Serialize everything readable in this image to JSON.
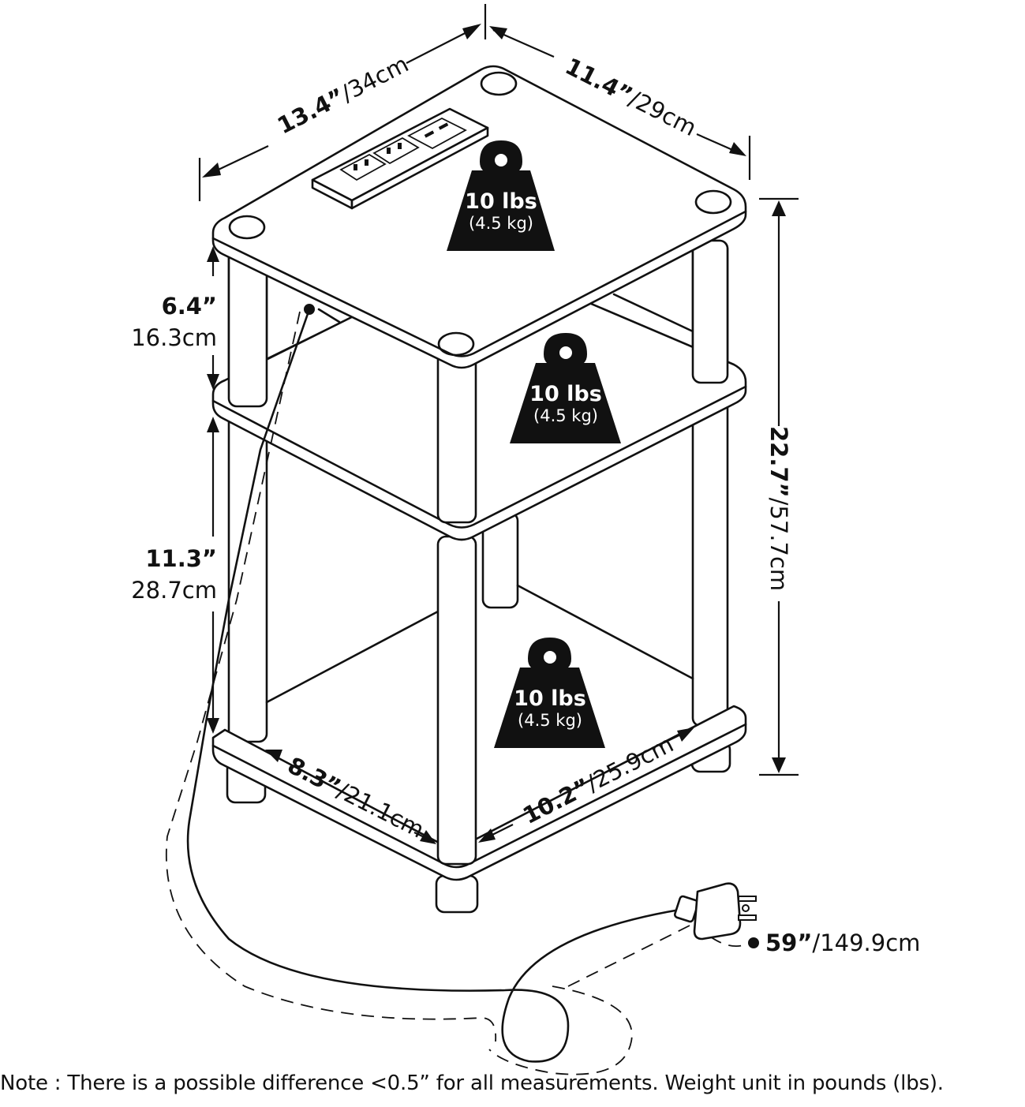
{
  "dimensions": {
    "depth": {
      "imperial": "13.4”",
      "metric": "/34cm"
    },
    "width": {
      "imperial": "11.4”",
      "metric": "/29cm"
    },
    "height": {
      "imperial": "22.7”",
      "metric": "/57.7cm"
    },
    "top_gap": {
      "imperial": "6.4”",
      "metric": "16.3cm"
    },
    "lower_gap": {
      "imperial": "11.3”",
      "metric": "28.7cm"
    },
    "inner_depth": {
      "imperial": "8.3”",
      "metric": "/21.1cm"
    },
    "inner_width": {
      "imperial": "10.2”",
      "metric": "/25.9cm"
    },
    "cord": {
      "imperial": "59”",
      "metric": "/149.9cm"
    }
  },
  "weights": [
    {
      "main": "10 lbs",
      "sub": "(4.5 kg)"
    },
    {
      "main": "10 lbs",
      "sub": "(4.5 kg)"
    },
    {
      "main": "10 lbs",
      "sub": "(4.5 kg)"
    }
  ],
  "note": "Note : There is a possible difference <0.5” for all measurements. Weight unit in pounds (lbs).",
  "colors": {
    "line": "#111111",
    "weight_fill": "#111111",
    "background": "#ffffff"
  },
  "icons": [
    "weight-icon",
    "power-outlet-icon",
    "usb-port-icon",
    "power-plug-icon"
  ]
}
